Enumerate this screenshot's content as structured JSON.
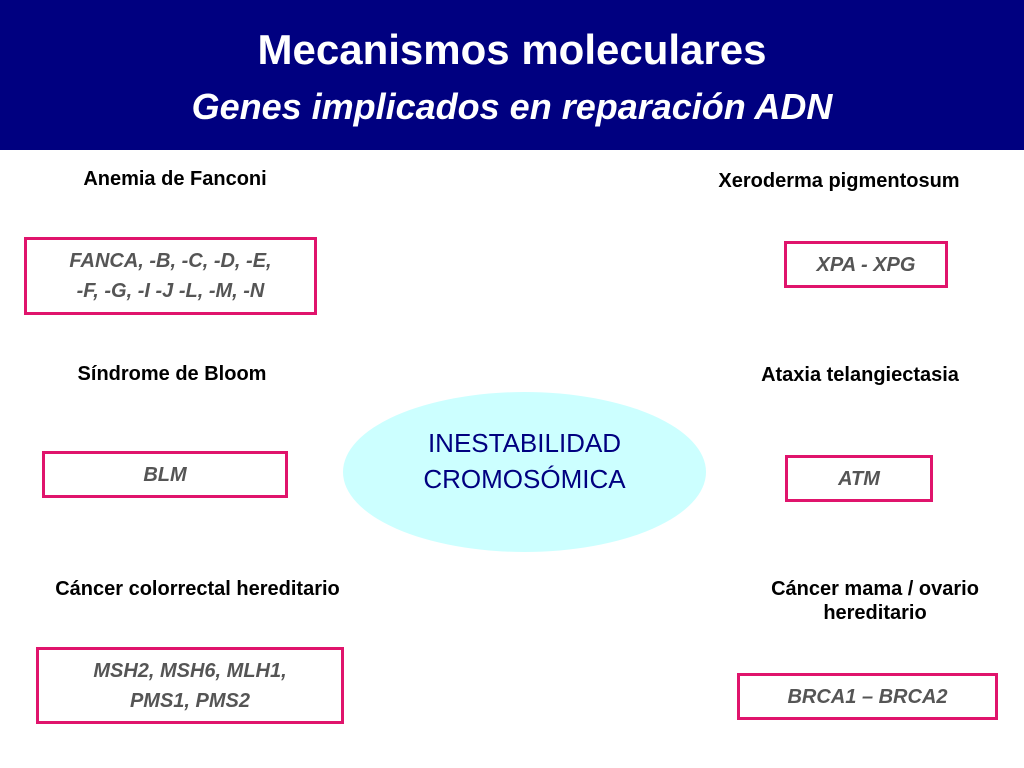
{
  "header": {
    "title": "Mecanismos moleculares",
    "subtitle": "Genes implicados en reparación ADN"
  },
  "center": {
    "text": "INESTABILIDAD\nCROMOSÓMICA"
  },
  "diseases": [
    {
      "name": "Anemia de Fanconi",
      "genes": "FANCA, -B, -C, -D, -E,\n-F, -G, -I -J -L, -M, -N"
    },
    {
      "name": "Xeroderma pigmentosum",
      "genes": "XPA - XPG"
    },
    {
      "name": "Síndrome de Bloom",
      "genes": "BLM"
    },
    {
      "name": "Ataxia telangiectasia",
      "genes": "ATM"
    },
    {
      "name": "Cáncer colorrectal hereditario",
      "genes": "MSH2, MSH6, MLH1,\nPMS1, PMS2"
    },
    {
      "name": "Cáncer mama / ovario\nhereditario",
      "genes": "BRCA1 – BRCA2"
    }
  ],
  "colors": {
    "header_bg": "#000080",
    "box_border": "#e0146c",
    "ellipse_fill": "#ccffff",
    "ellipse_text": "#000080",
    "gene_text": "#555555"
  }
}
